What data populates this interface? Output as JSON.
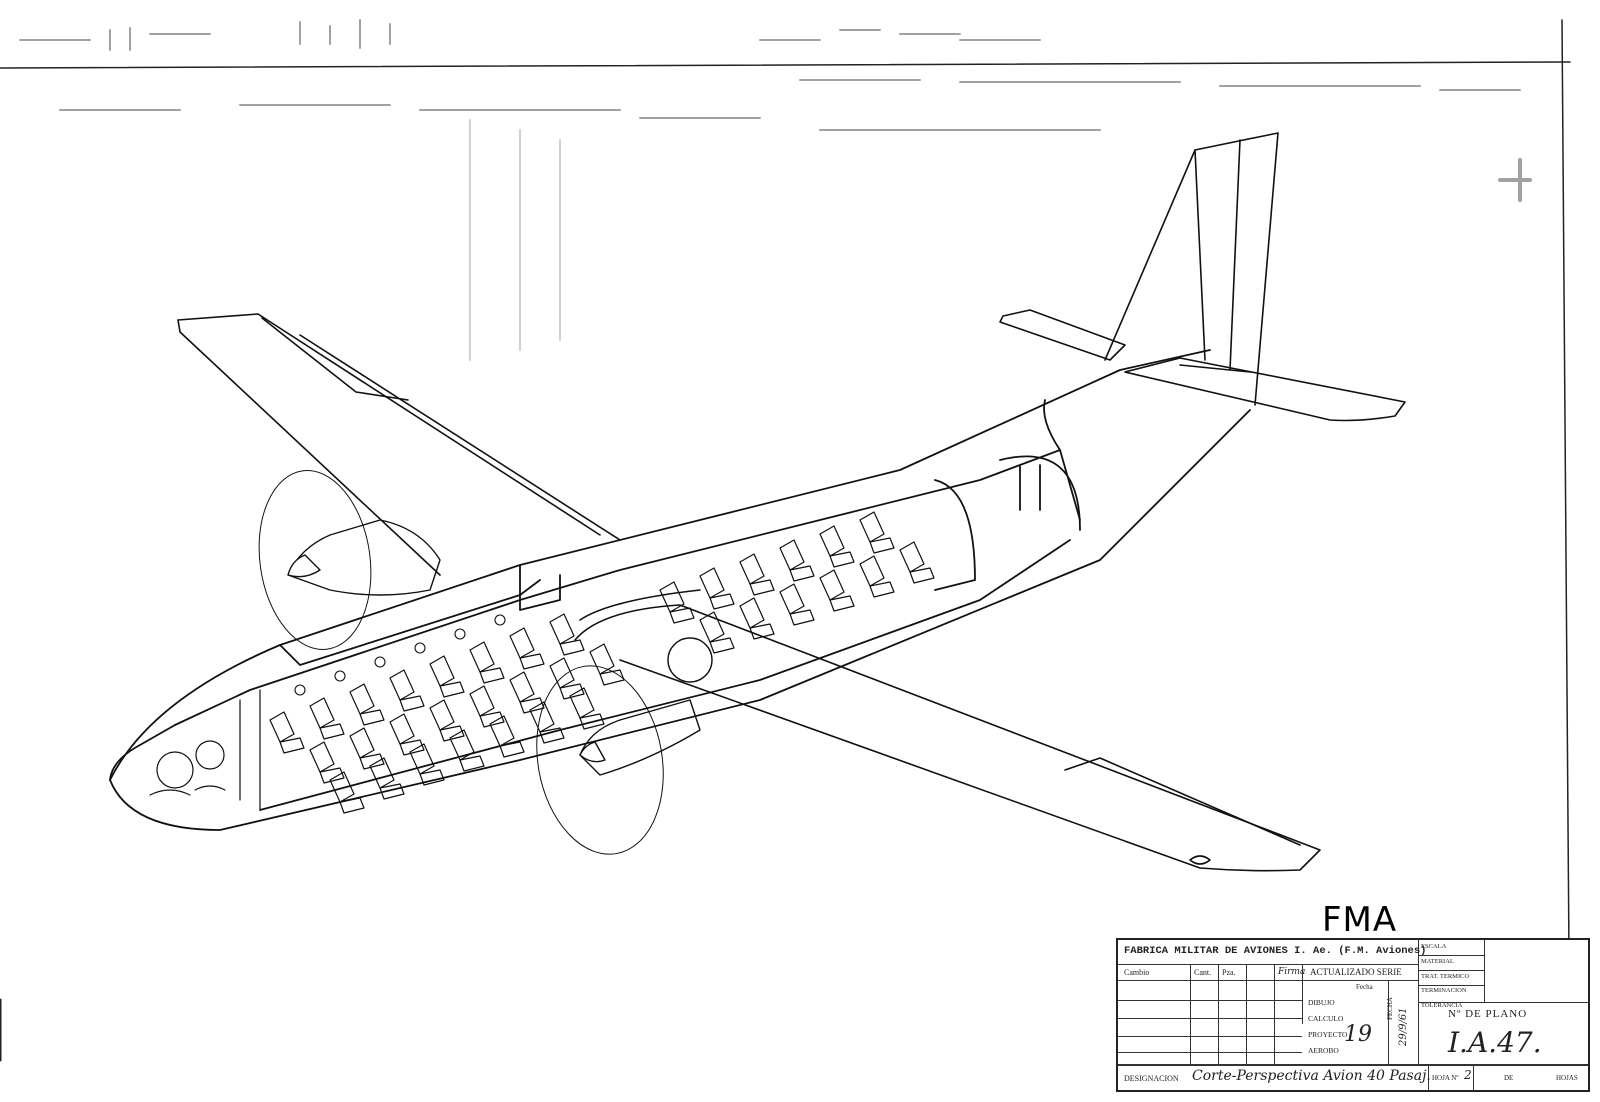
{
  "watermark": {
    "text": "FMA"
  },
  "title_block": {
    "manufacturer": "FABRICA MILITAR DE AVIONES I. Ae. (F.M. Aviones)",
    "update_series": "ACTUALIZADO SERIE",
    "fecha_small": "Fecha",
    "mod_headers": [
      "Cambio",
      "Cant.",
      "Pza.",
      "Firma"
    ],
    "roles": [
      "DIBUJO",
      "CALCULO",
      "PROYECTO",
      "AEROBO"
    ],
    "fecha_label": "FECHA",
    "date": "29/9/61",
    "signature_initials": "19",
    "spec_labels": [
      "ESCALA",
      "MATERIAL",
      "TRAT. TERMICO",
      "TERMINACION",
      "TOLERANCIA"
    ],
    "plan_number_label": "Nº DE PLANO",
    "plan_number": "I.A.47.",
    "designation_label": "DESIGNACION",
    "designation": "Corte-Perspectiva Avion 40 Pasaj.",
    "hoja_label": "HOJA Nº",
    "hoja_num": "2",
    "de_label": "DE",
    "hojas_label": "HOJAS"
  }
}
